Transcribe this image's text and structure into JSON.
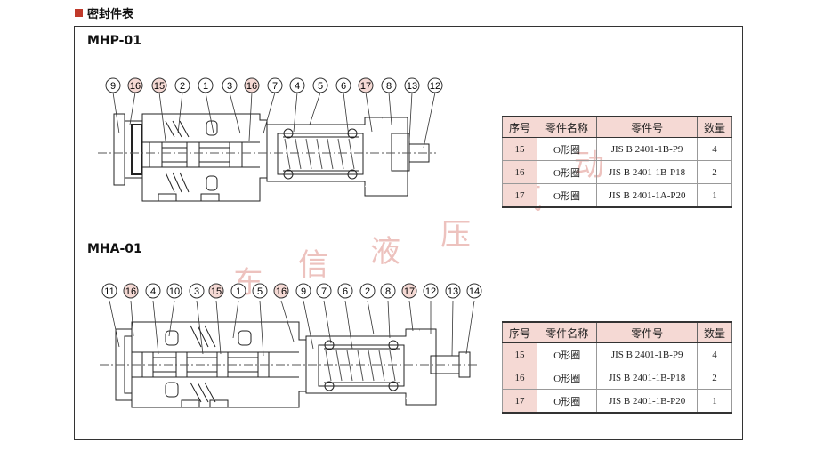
{
  "header": {
    "title": "密封件表",
    "accent_color": "#c0392b"
  },
  "watermark": [
    "东",
    "信",
    "液",
    "压",
    "气",
    "动"
  ],
  "sections": [
    {
      "model": "MHP-01",
      "balloons": [
        "9",
        "16",
        "15",
        "2",
        "1",
        "3",
        "16",
        "7",
        "4",
        "5",
        "6",
        "17",
        "8",
        "13",
        "12"
      ],
      "table": {
        "headers": [
          "序号",
          "零件名称",
          "零件号",
          "数量"
        ],
        "rows": [
          {
            "idx": "15",
            "name": "O形圈",
            "part": "JIS B 2401-1B-P9",
            "qty": "4"
          },
          {
            "idx": "16",
            "name": "O形圈",
            "part": "JIS B 2401-1B-P18",
            "qty": "2"
          },
          {
            "idx": "17",
            "name": "O形圈",
            "part": "JIS B 2401-1A-P20",
            "qty": "1"
          }
        ]
      }
    },
    {
      "model": "MHA-01",
      "balloons": [
        "11",
        "16",
        "4",
        "10",
        "3",
        "15",
        "1",
        "5",
        "16",
        "9",
        "7",
        "6",
        "2",
        "8",
        "17",
        "12",
        "13",
        "14"
      ],
      "table": {
        "headers": [
          "序号",
          "零件名称",
          "零件号",
          "数量"
        ],
        "rows": [
          {
            "idx": "15",
            "name": "O形圈",
            "part": "JIS B 2401-1B-P9",
            "qty": "4"
          },
          {
            "idx": "16",
            "name": "O形圈",
            "part": "JIS B 2401-1B-P18",
            "qty": "2"
          },
          {
            "idx": "17",
            "name": "O形圈",
            "part": "JIS B 2401-1B-P20",
            "qty": "1"
          }
        ]
      }
    }
  ],
  "highlight_color": "#f5d9d4"
}
